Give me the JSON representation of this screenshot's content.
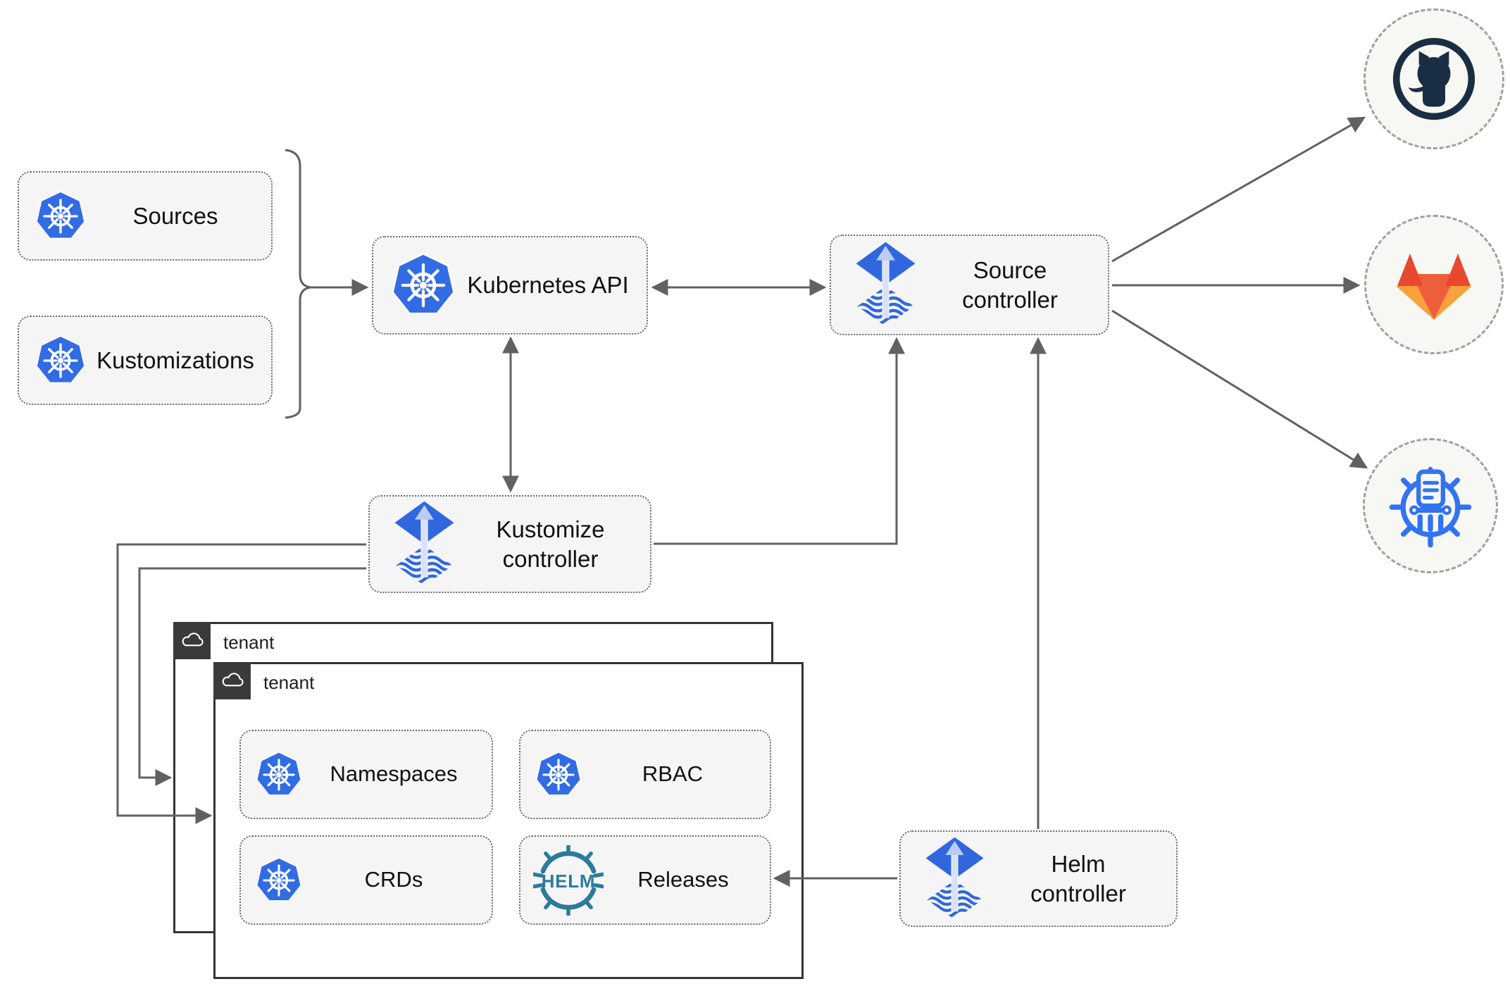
{
  "title": "Flux GitOps multi-tenant architecture diagram",
  "nodes": {
    "sources": {
      "label": "Sources",
      "icon": "kubernetes-icon"
    },
    "kustomizations": {
      "label": "Kustomizations",
      "icon": "kubernetes-icon"
    },
    "kubernetes_api": {
      "label": "Kubernetes API",
      "icon": "kubernetes-icon"
    },
    "source_controller": {
      "label": "Source\ncontroller",
      "icon": "flux-icon"
    },
    "kustomize_controller": {
      "label": "Kustomize\ncontroller",
      "icon": "flux-icon"
    },
    "helm_controller": {
      "label": "Helm\ncontroller",
      "icon": "flux-icon"
    },
    "tenant_back": {
      "label": "tenant",
      "icon": "cloud-icon"
    },
    "tenant_front": {
      "label": "tenant",
      "icon": "cloud-icon"
    },
    "namespaces": {
      "label": "Namespaces",
      "icon": "kubernetes-icon"
    },
    "rbac": {
      "label": "RBAC",
      "icon": "kubernetes-icon"
    },
    "crds": {
      "label": "CRDs",
      "icon": "kubernetes-icon"
    },
    "releases": {
      "label": "Releases",
      "icon": "helm-icon"
    },
    "helm_logo_text": "HELM",
    "github": {
      "icon": "github-logo"
    },
    "gitlab": {
      "icon": "gitlab-logo"
    },
    "chartmuseum": {
      "icon": "chartmuseum-logo"
    }
  },
  "colors": {
    "kubernetes_blue": "#326ce5",
    "flux_blue": "#3067df",
    "flux_arrow_pale": "#bcccf0",
    "helm_teal": "#2c7a9e",
    "github_dark": "#1a2e43",
    "gitlab_red": "#e8482e",
    "gitlab_orange": "#ed5f3a",
    "gitlab_amber": "#f9a13a",
    "chartmuseum_blue": "#3273f0",
    "arrow_gray": "#616161",
    "box_fill": "#f5f5f5",
    "tenant_border": "#333333"
  }
}
